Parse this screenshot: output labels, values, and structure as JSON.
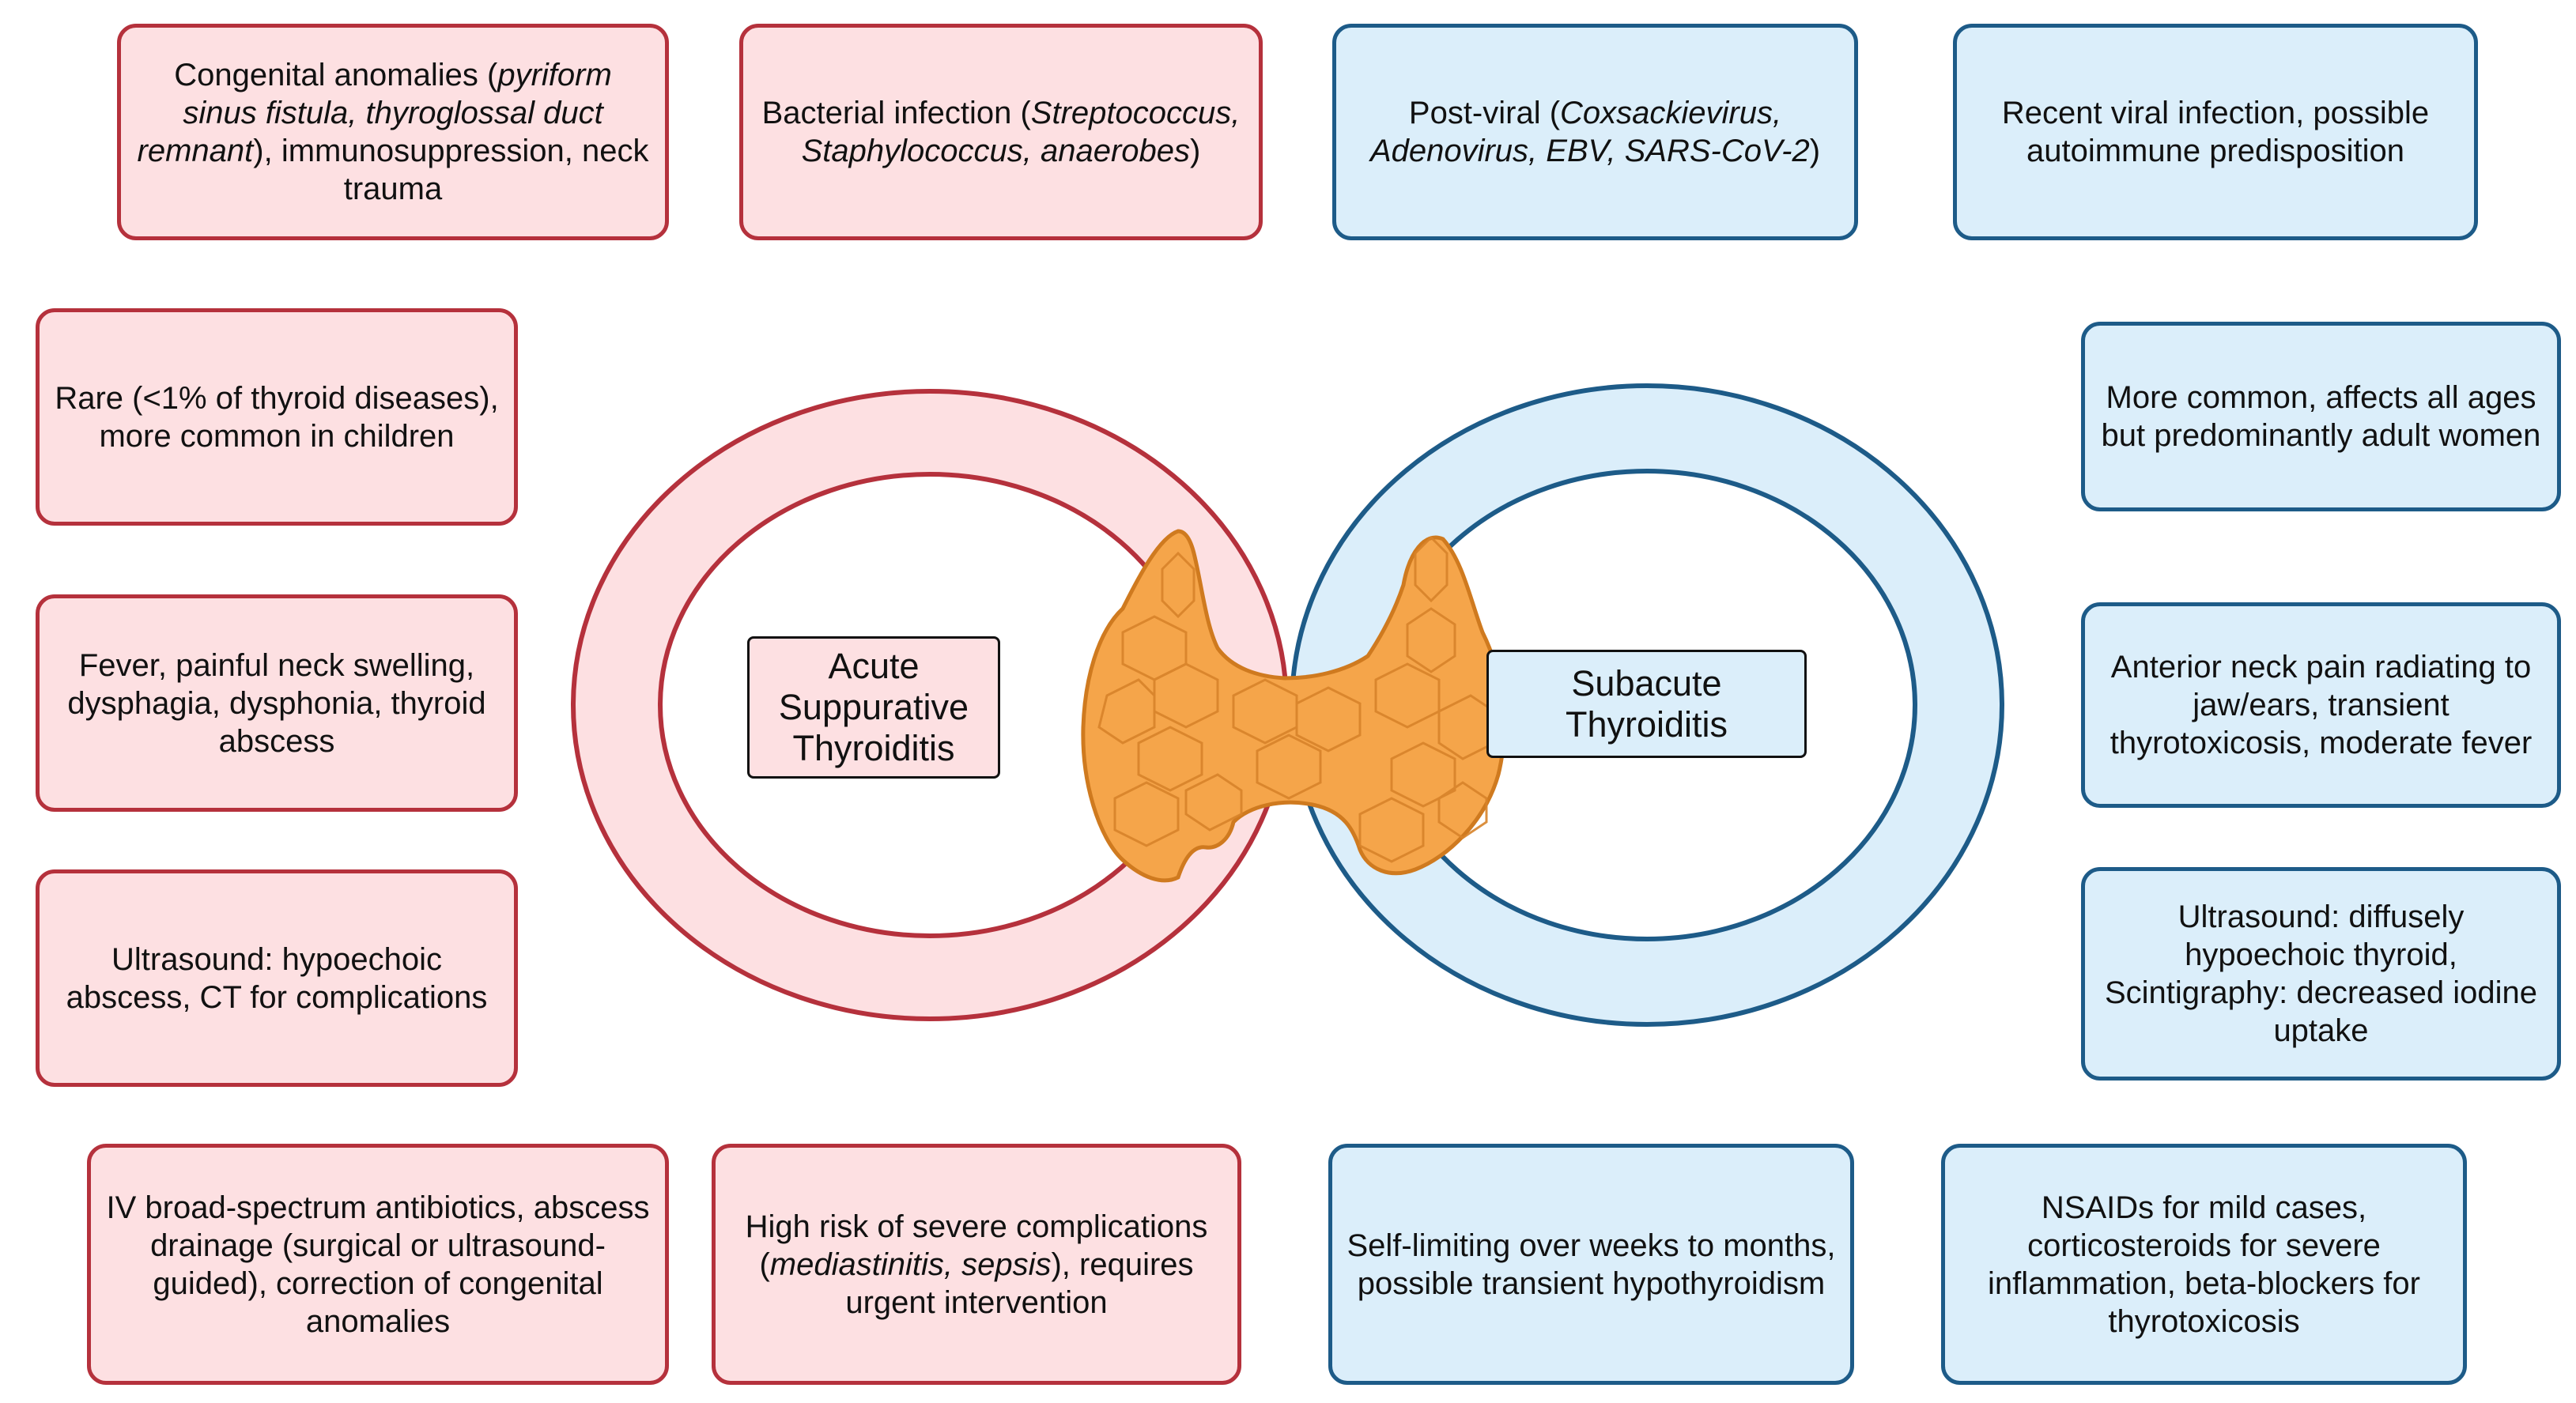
{
  "colors": {
    "acute_fill": "#fde0e2",
    "acute_border": "#b5313c",
    "subacute_fill": "#dbeefa",
    "subacute_border": "#1d5b88",
    "thyroid_fill": "#f5a54a",
    "thyroid_line": "#cf7a1f"
  },
  "acute": {
    "title": "Acute Suppurative Thyroiditis",
    "boxes": {
      "etiology_predisposition": [
        "Congenital anomalies (",
        "pyriform sinus fistula, thyroglossal duct remnant",
        "), immunosuppression, neck trauma"
      ],
      "pathogens": [
        "Bacterial infection (",
        "Streptococcus, Staphylococcus, anaerobes",
        ")"
      ],
      "epidemiology": "Rare (<1% of thyroid diseases), more common in children",
      "symptoms": "Fever, painful neck swelling, dysphagia, dysphonia, thyroid abscess",
      "imaging": "Ultrasound: hypoechoic abscess, CT for complications",
      "treatment": "IV broad-spectrum antibiotics, abscess drainage (surgical or ultrasound-guided), correction of congenital anomalies",
      "prognosis": [
        "High risk of severe complications (",
        "mediastinitis, sepsis",
        "), requires urgent intervention"
      ]
    }
  },
  "subacute": {
    "title": "Subacute Thyroiditis",
    "boxes": {
      "etiology": [
        "Post-viral (",
        "Coxsackievirus, Adenovirus, EBV, SARS-CoV-2",
        ")"
      ],
      "predisposition": "Recent viral infection, possible autoimmune predisposition",
      "epidemiology": "More common, affects all ages but predominantly adult women",
      "symptoms": "Anterior neck pain radiating to jaw/ears, transient thyrotoxicosis, moderate fever",
      "imaging": "Ultrasound: diffusely hypoechoic thyroid, Scintigraphy: decreased iodine uptake",
      "prognosis": "Self-limiting over weeks to months, possible transient hypothyroidism",
      "treatment": "NSAIDs for mild cases, corticosteroids for severe inflammation, beta-blockers for thyrotoxicosis"
    }
  },
  "icons": {
    "center": "thyroid-gland-icon"
  }
}
